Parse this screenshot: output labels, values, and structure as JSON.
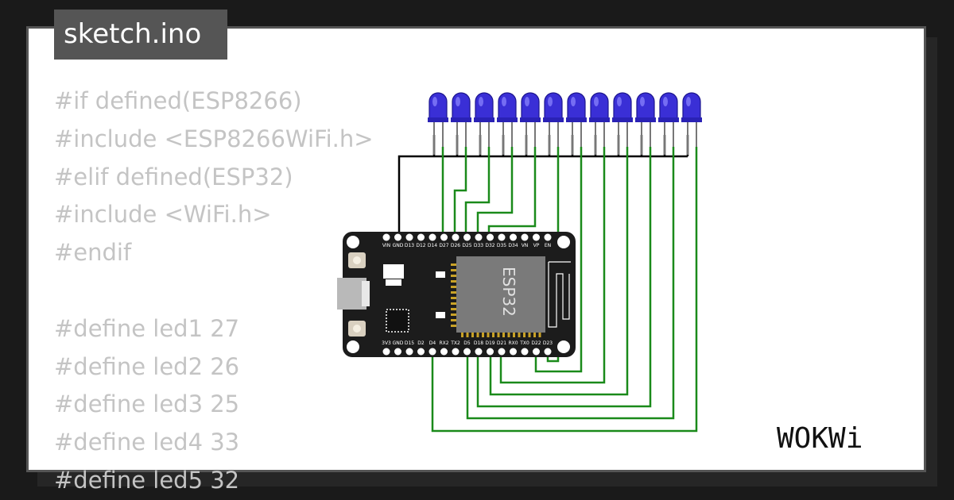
{
  "file_tab": {
    "label": "sketch.ino"
  },
  "code_lines": [
    "#if defined(ESP8266)",
    "#include <ESP8266WiFi.h>",
    "#elif defined(ESP32)",
    "#include <WiFi.h>",
    "#endif",
    "",
    "#define led1 27",
    "#define led2 26",
    "#define led3 25",
    "#define led4 33",
    "#define led5 32"
  ],
  "board": {
    "chip_label": "ESP32",
    "top_pins": [
      "VIN",
      "GND",
      "D13",
      "D12",
      "D14",
      "D27",
      "D26",
      "D25",
      "D33",
      "D32",
      "D35",
      "D34",
      "VN",
      "VP",
      "EN"
    ],
    "bottom_pins": [
      "3V3",
      "GND",
      "D15",
      "D2",
      "D4",
      "RX2",
      "TX2",
      "D5",
      "D18",
      "D19",
      "D21",
      "RX0",
      "TX0",
      "D22",
      "D23"
    ]
  },
  "leds": {
    "count": 12,
    "color": "#3a2fd6"
  },
  "wires": {
    "signal_color": "#1a8a1a",
    "ground_color": "#000000"
  },
  "logo": {
    "text": "WOKWi"
  },
  "colors": {
    "background": "#1a1a1a",
    "tab": "#555555",
    "code_text": "#c4c4c4",
    "board": "#1c1c1c"
  }
}
